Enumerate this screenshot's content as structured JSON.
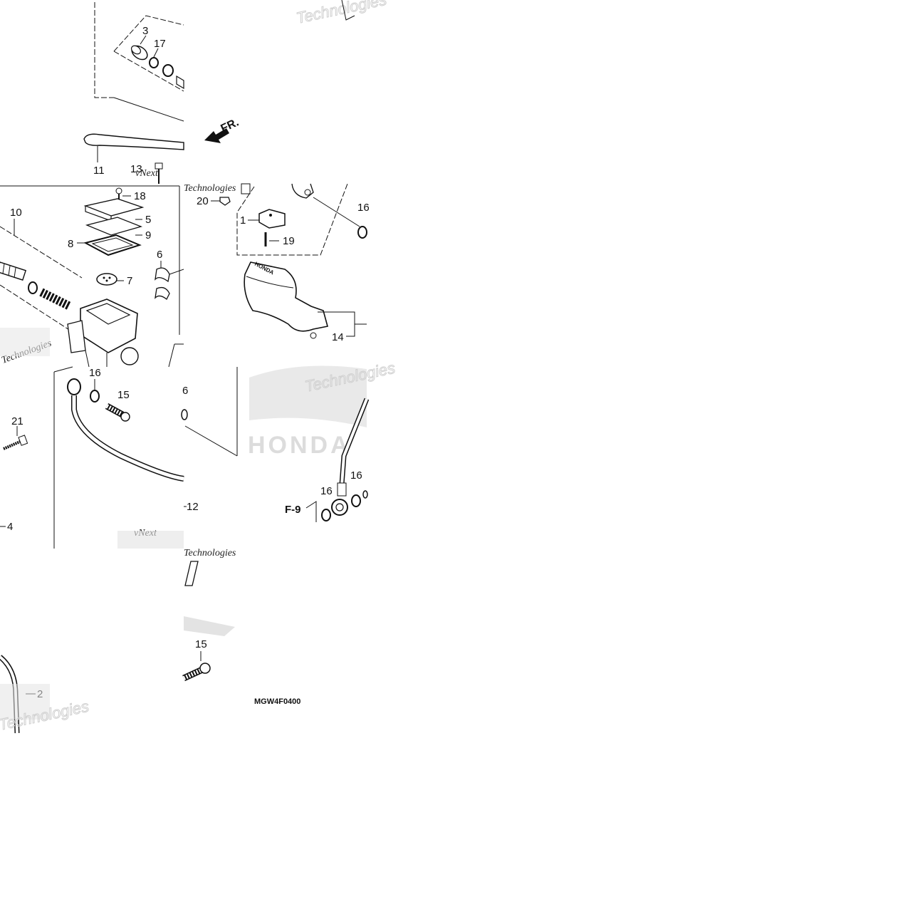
{
  "diagram": {
    "code": "MGW4F0400",
    "front_arrow": "FR.",
    "ref": "F-9",
    "brand_mark": "HONDA",
    "watermark": [
      "vNext",
      "Technologies"
    ],
    "callouts": {
      "c3": "3",
      "c17": "17",
      "c11": "11",
      "c13": "13",
      "c18": "18",
      "c10": "10",
      "c5": "5",
      "c9": "9",
      "c8": "8",
      "c6": "6",
      "c7": "7",
      "c20": "20",
      "c1": "1",
      "c19": "19",
      "c16a": "16",
      "c16b": "16",
      "c15a": "15",
      "c21": "21",
      "c4": "4",
      "c12": "12",
      "c6b": "6",
      "c16c": "16",
      "c16d": "16",
      "c14": "14",
      "c15b": "15",
      "c2": "2"
    }
  }
}
